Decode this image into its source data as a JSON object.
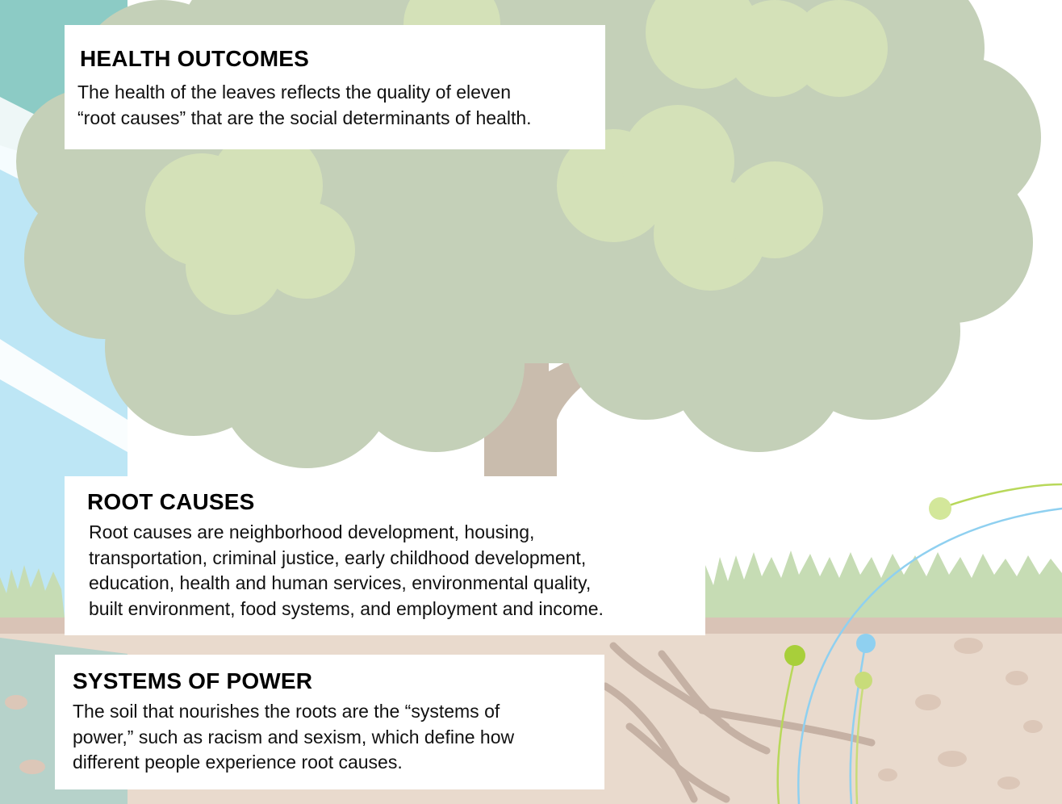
{
  "sections": {
    "health": {
      "title": "HEALTH OUTCOMES",
      "lines": [
        "The health of the leaves reflects the quality of eleven",
        "“root causes” that are the social determinants of health."
      ]
    },
    "root": {
      "title": "ROOT CAUSES",
      "lines": [
        "Root causes are neighborhood development, housing,",
        "transportation, criminal justice, early childhood development,",
        "education, health and human services, environmental quality,",
        "built environment, food systems, and employment and income."
      ]
    },
    "power": {
      "title": "SYSTEMS OF POWER",
      "lines": [
        "The soil that nourishes the roots are the “systems of",
        "power,” such as racism and sexism, which define how",
        "different people experience root causes."
      ]
    }
  },
  "colors": {
    "sky_blue": "#bde6f5",
    "teal": "#7fc6be",
    "canopy_dark": "#c5d1ba",
    "canopy_light": "#d5e2b8",
    "trunk": "#c9bcad",
    "soil": "#e8d9cc",
    "grass": "#c2d9b4",
    "sprout_green": "#a8cf3a",
    "sprout_blue": "#8fd0f0"
  }
}
